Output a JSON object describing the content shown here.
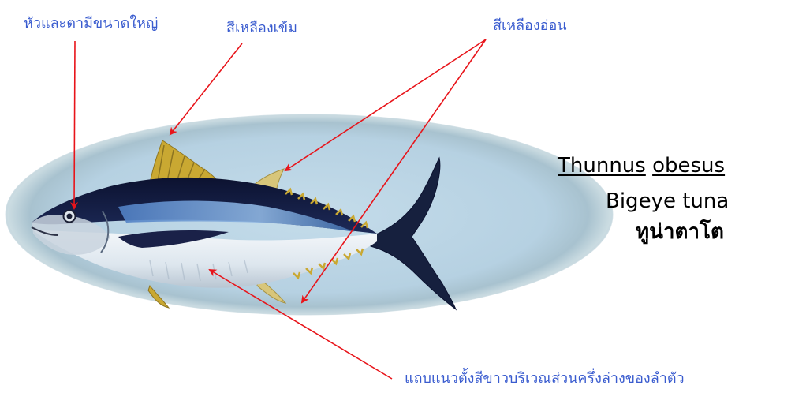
{
  "labels": {
    "head": "หัวและตามีขนาดใหญ่",
    "deep_yellow": "สีเหลืองเข้ม",
    "light_yellow": "สีเหลืองอ่อน",
    "white_bands": "แถบแนวตั้งสีขาวบริเวณส่วนครึ่งล่างของลำตัว"
  },
  "species": {
    "genus": "Thunnus",
    "epithet": "obesus",
    "common_name": "Bigeye tuna",
    "thai_name": "ทูน่าตาโต"
  },
  "colors": {
    "label_text": "#3a5ccf",
    "arrow": "#e8141a",
    "oval_background": "#b9d4e4",
    "fish_back": "#141c3c",
    "fish_belly": "#e6edf3",
    "fin_yellow": "#c9a832"
  }
}
